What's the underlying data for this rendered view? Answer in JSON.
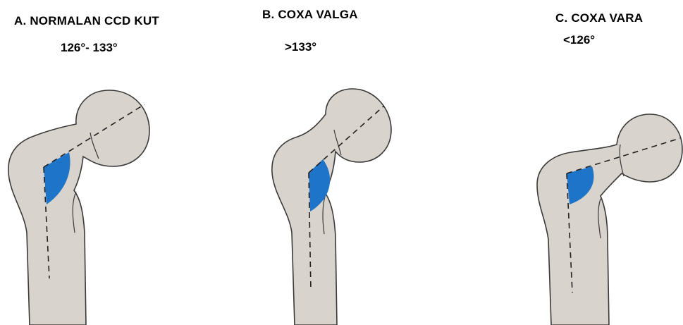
{
  "panels": [
    {
      "title": "A. NORMALAN CCD KUT",
      "angle": "126°- 133°"
    },
    {
      "title": "B. COXA VALGA",
      "angle": ">133°"
    },
    {
      "title": "C. COXA VARA",
      "angle": "<126°"
    }
  ],
  "colors": {
    "bone": "#d8d3cc",
    "outline": "#3a3a3a",
    "angle_fill": "#1d74c8"
  }
}
